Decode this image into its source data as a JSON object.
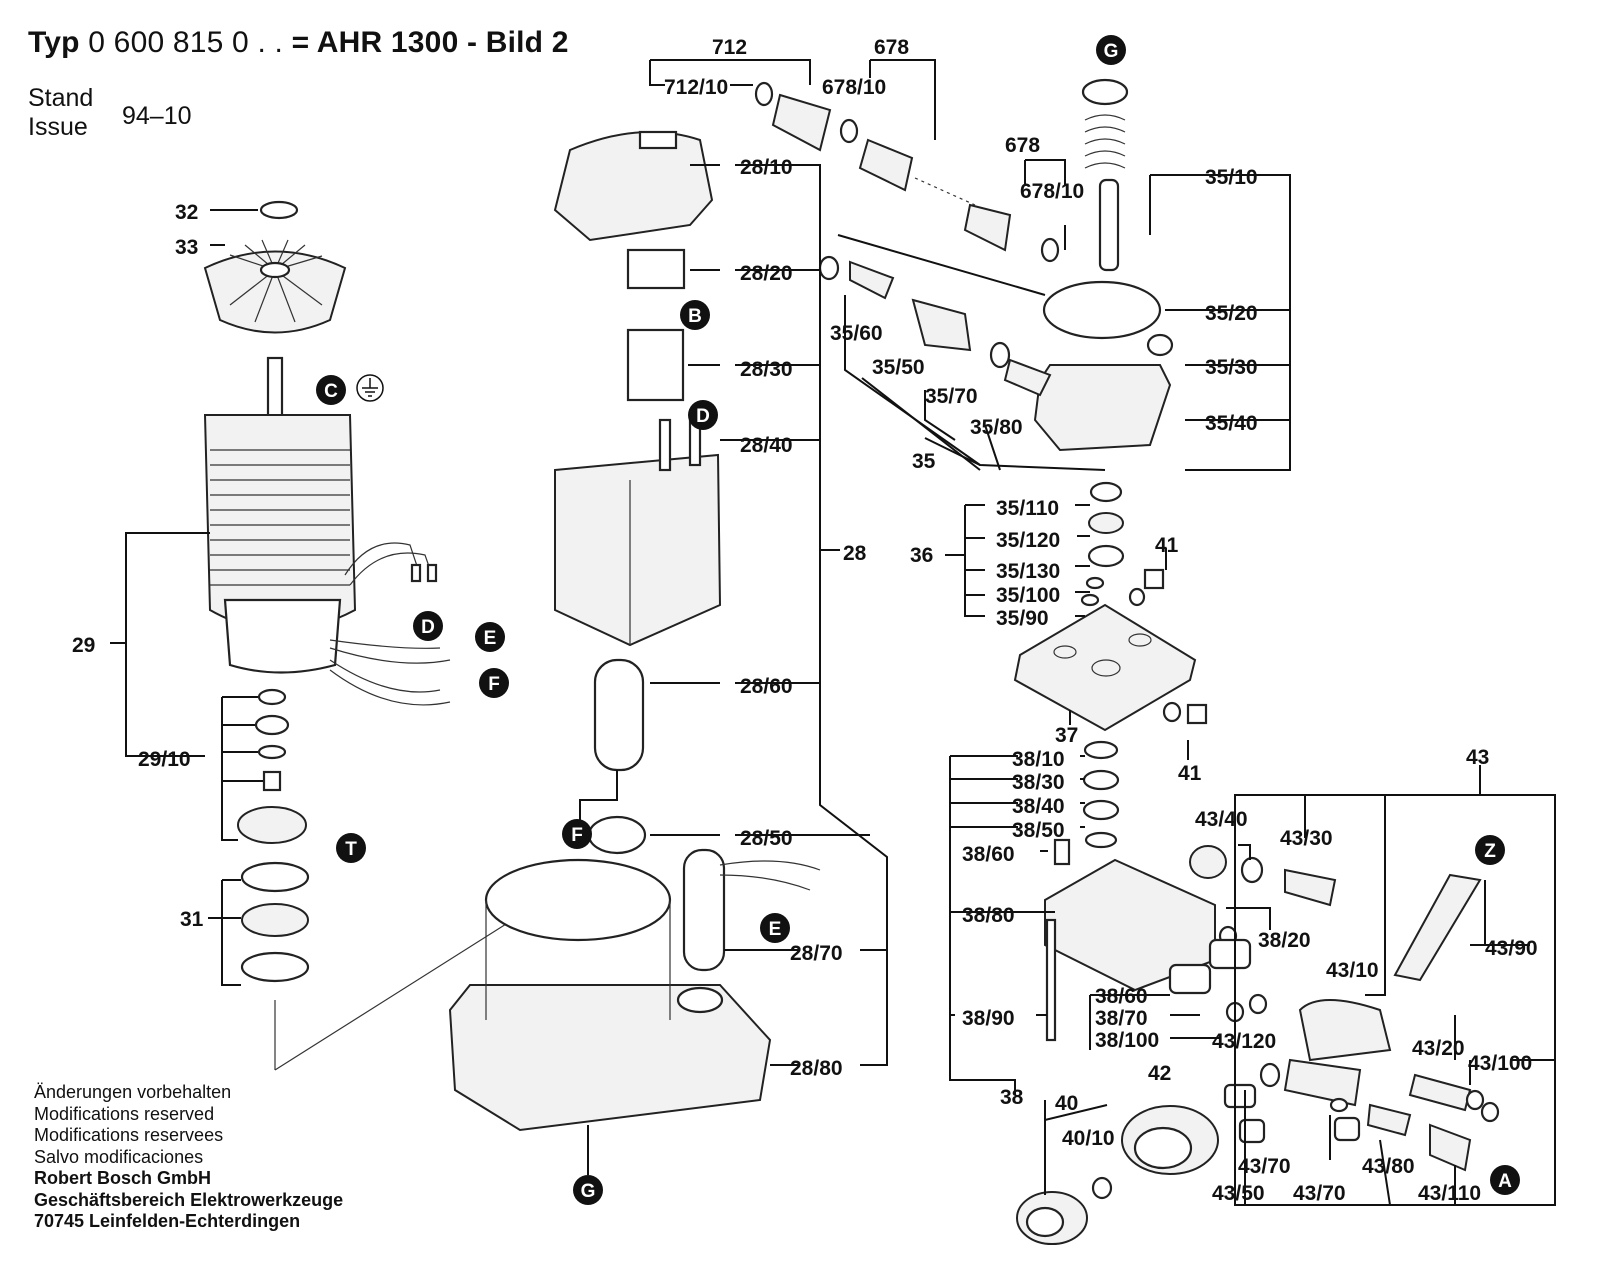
{
  "header": {
    "type_prefix": "Typ",
    "type_number": "0 600 815 0 . .",
    "model": "= AHR 1300 - Bild 2"
  },
  "stand": {
    "label_de": "Stand",
    "label_en": "Issue",
    "value": "94–10"
  },
  "notes": {
    "line1": "Änderungen vorbehalten",
    "line2": "Modifications reserved",
    "line3": "Modifications reservees",
    "line4": "Salvo modificaciones",
    "company1": "Robert Bosch GmbH",
    "company2": "Geschäftsbereich Elektrowerkzeuge",
    "company3": "70745 Leinfelden-Echterdingen"
  },
  "part_labels": {
    "p712": "712",
    "p712_10": "712/10",
    "p678a": "678",
    "p678_10a": "678/10",
    "p678b": "678",
    "p678_10b": "678/10",
    "p28_10": "28/10",
    "p28_20": "28/20",
    "p28_30": "28/30",
    "p28_40": "28/40",
    "p28": "28",
    "p28_60": "28/60",
    "p28_50": "28/50",
    "p28_70": "28/70",
    "p28_80": "28/80",
    "p32": "32",
    "p33": "33",
    "p29": "29",
    "p29_10": "29/10",
    "p31": "31",
    "p35_10": "35/10",
    "p35_20": "35/20",
    "p35_30": "35/30",
    "p35_40": "35/40",
    "p35_60": "35/60",
    "p35_50": "35/50",
    "p35_70": "35/70",
    "p35_80": "35/80",
    "p35": "35",
    "p35_110": "35/110",
    "p35_120": "35/120",
    "p35_130": "35/130",
    "p35_100": "35/100",
    "p35_90": "35/90",
    "p36": "36",
    "p41a": "41",
    "p41b": "41",
    "p37": "37",
    "p38_10": "38/10",
    "p38_30": "38/30",
    "p38_40": "38/40",
    "p38_50": "38/50",
    "p38_60": "38/60",
    "p38_80": "38/80",
    "p38_20": "38/20",
    "p38_90": "38/90",
    "p38_60b": "38/60",
    "p38_70": "38/70",
    "p38_100": "38/100",
    "p38": "38",
    "p43": "43",
    "p43_40": "43/40",
    "p43_30": "43/30",
    "p43_90": "43/90",
    "p43_10": "43/10",
    "p43_120": "43/120",
    "p43_20": "43/20",
    "p43_100": "43/100",
    "p42": "42",
    "p40": "40",
    "p40_10": "40/10",
    "p43_70a": "43/70",
    "p43_50": "43/50",
    "p43_70b": "43/70",
    "p43_80": "43/80",
    "p43_110": "43/110"
  },
  "markers": {
    "G1": "G",
    "G2": "G",
    "B": "B",
    "C": "C",
    "D1": "D",
    "D2": "D",
    "E1": "E",
    "E2": "E",
    "F1": "F",
    "F2": "F",
    "T": "T",
    "Z": "Z",
    "A": "A"
  }
}
